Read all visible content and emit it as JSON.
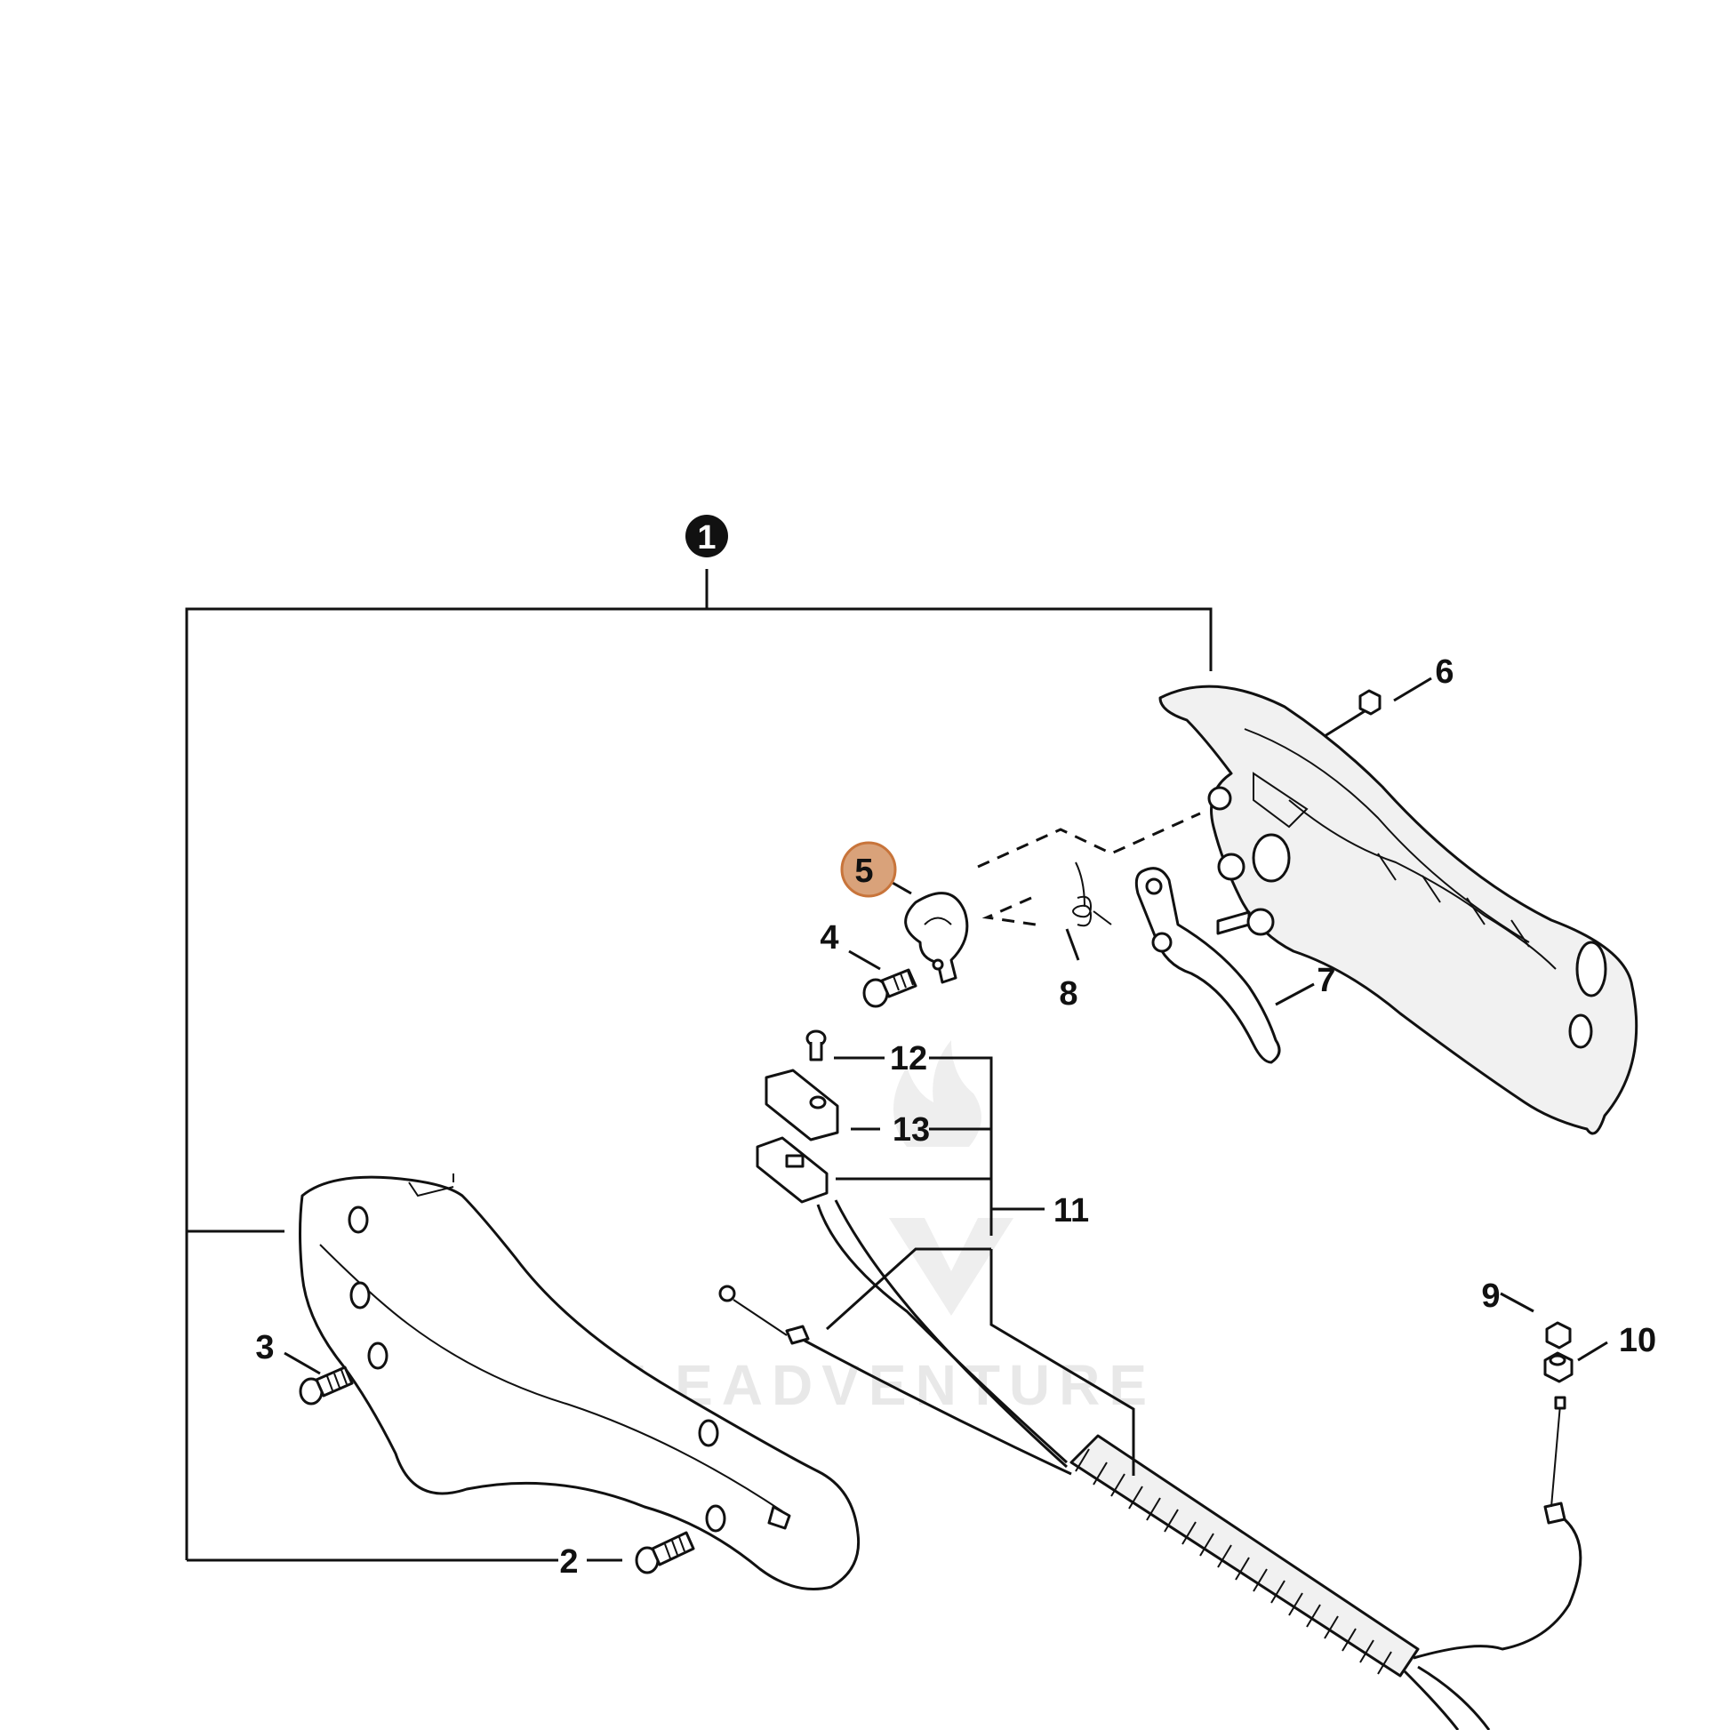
{
  "diagram": {
    "assembly_label": "1",
    "highlight_color": "#d9a27a",
    "highlight_stroke": "#c8743a",
    "watermark": "LEADVENTURE",
    "callouts": [
      {
        "id": "2",
        "text": "2"
      },
      {
        "id": "3",
        "text": "3"
      },
      {
        "id": "4",
        "text": "4"
      },
      {
        "id": "5",
        "text": "5",
        "highlighted": true
      },
      {
        "id": "6",
        "text": "6"
      },
      {
        "id": "7",
        "text": "7"
      },
      {
        "id": "8",
        "text": "8"
      },
      {
        "id": "9",
        "text": "9"
      },
      {
        "id": "10",
        "text": "10"
      },
      {
        "id": "11",
        "text": "11"
      },
      {
        "id": "12",
        "text": "12"
      },
      {
        "id": "13",
        "text": "13"
      }
    ]
  }
}
